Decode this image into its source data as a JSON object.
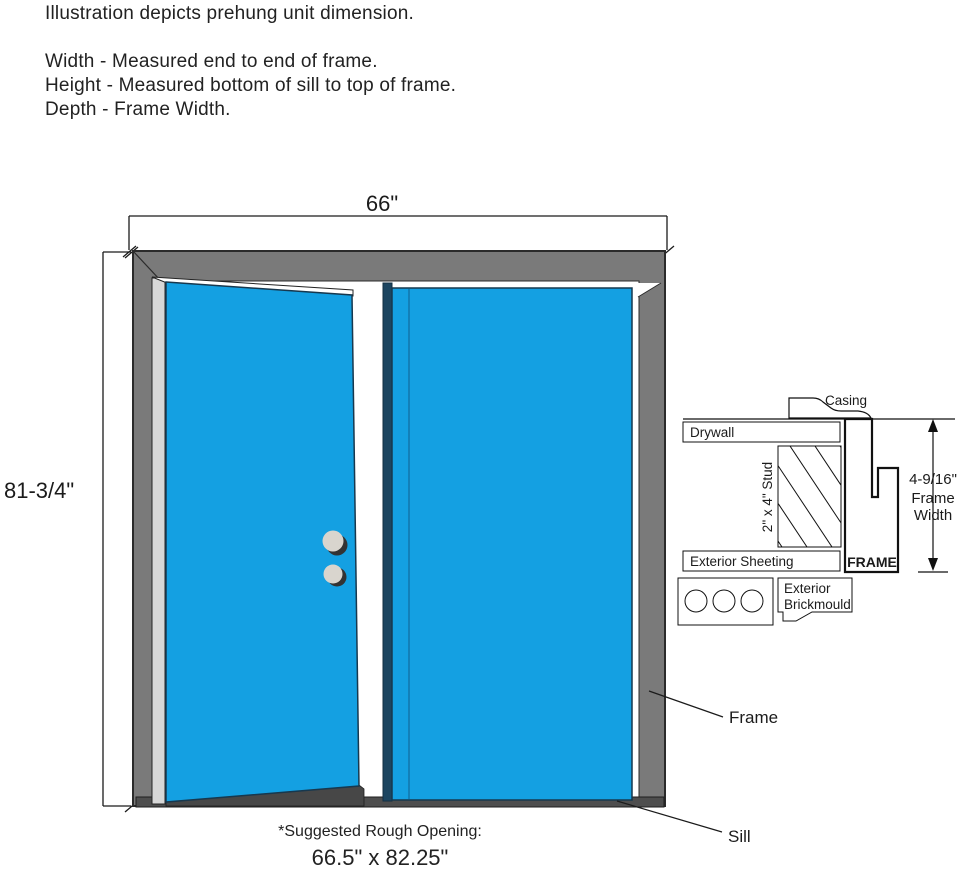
{
  "header": {
    "title": "Illustration depicts prehung unit dimension.",
    "lines": [
      "Width - Measured end to end of frame.",
      "Height - Measured bottom of sill to top of frame.",
      "Depth - Frame Width."
    ]
  },
  "diagram": {
    "width_dim": "66\"",
    "height_dim": "81-3/4\"",
    "frame_label": "Frame",
    "sill_label": "Sill"
  },
  "detail": {
    "casing_label": "Casing",
    "drywall_label": "Drywall",
    "stud_label": "2\" x 4\" Stud",
    "exterior_sheeting_label": "Exterior Sheeting",
    "frame_label": "FRAME",
    "frame_width_value": "4-9/16\"",
    "frame_width_line1": "Frame",
    "frame_width_line2": "Width",
    "brickmould_line1": "Exterior",
    "brickmould_line2": "Brickmould"
  },
  "footer": {
    "rough_opening_label": "*Suggested Rough Opening:",
    "rough_opening_value": "66.5\" x 82.25\""
  },
  "colors": {
    "door_blue": "#14A0E2",
    "frame_gray": "#7A7A7A",
    "sill_gray": "#4E4E4E",
    "jamb_light_gray": "#D7D7D7",
    "meeting_stile_navy": "#1C4560",
    "knob_gray": "#D9D5CE",
    "line_black": "#1b1b1b"
  }
}
